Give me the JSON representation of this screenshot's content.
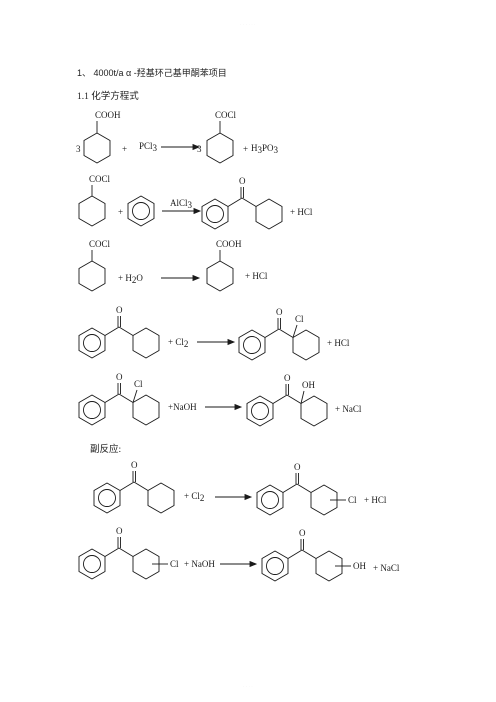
{
  "header_mark": "· · · · · ·",
  "footer_mark": "· · · ·",
  "section_title": "1、  4000t/a α -羟基环己基甲酮苯项目",
  "subsection_title": "1.1 化学方程式",
  "side_reactions_label": "副反应:",
  "labels": {
    "cooh": "COOH",
    "cocl": "COCl",
    "coef3": "3",
    "plus": "+",
    "pcl": "PCl",
    "sub3": "3",
    "h": "H",
    "po": "PO",
    "alcl": "AlCl",
    "hcl": "HCl",
    "h2o_h": "H",
    "sub2": "2",
    "o": "O",
    "ocap": "O",
    "cl": "Cl",
    "cl2": "Cl",
    "naoh": "NaOH",
    "oh": "OH",
    "nacl": "NaCl"
  }
}
